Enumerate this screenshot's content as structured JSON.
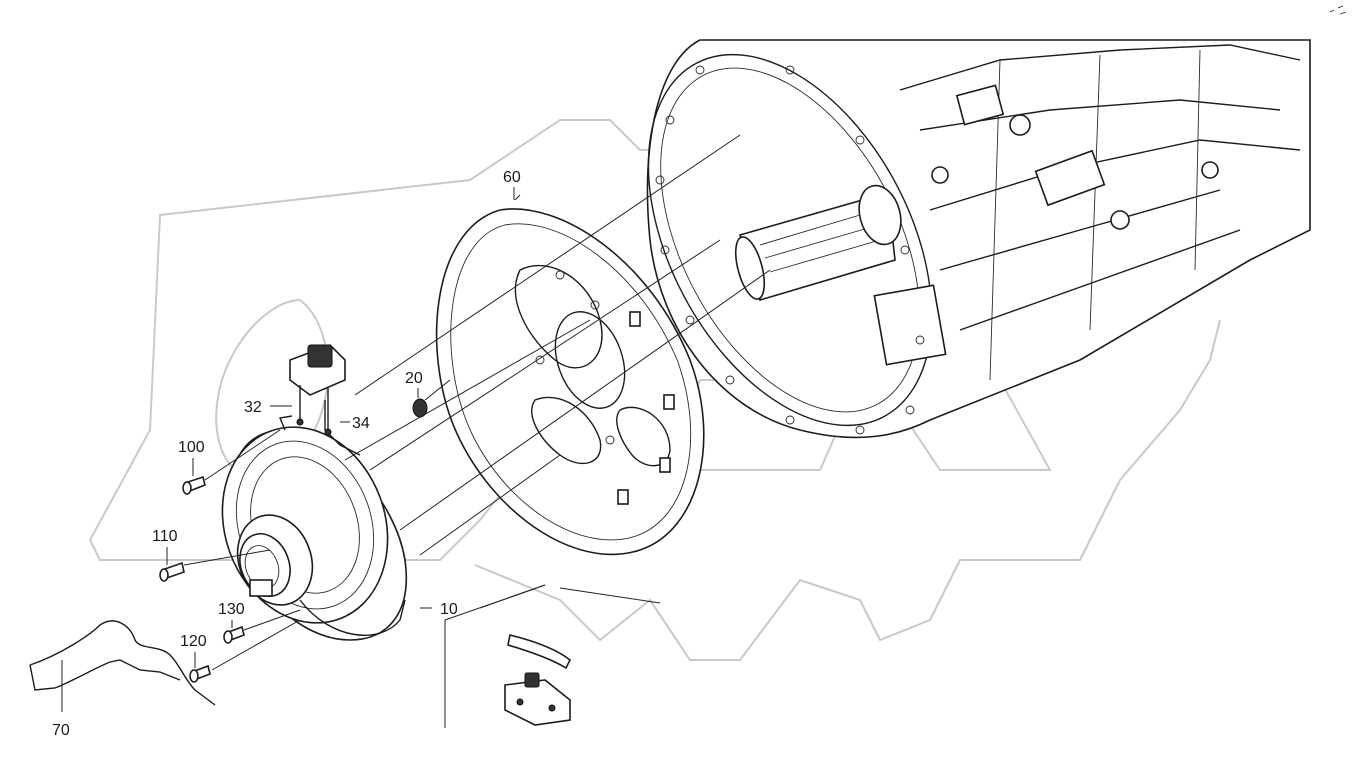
{
  "callouts": [
    {
      "id": "c10",
      "label": "10"
    },
    {
      "id": "c20",
      "label": "20"
    },
    {
      "id": "c32",
      "label": "32"
    },
    {
      "id": "c34",
      "label": "34"
    },
    {
      "id": "c60",
      "label": "60"
    },
    {
      "id": "c70",
      "label": "70"
    },
    {
      "id": "c100",
      "label": "100"
    },
    {
      "id": "c110",
      "label": "110"
    },
    {
      "id": "c120",
      "label": "120"
    },
    {
      "id": "c130",
      "label": "130"
    }
  ],
  "colors": {
    "line": "#1c1c1c",
    "watermark": "#c9c9c9",
    "background": "#ffffff"
  }
}
